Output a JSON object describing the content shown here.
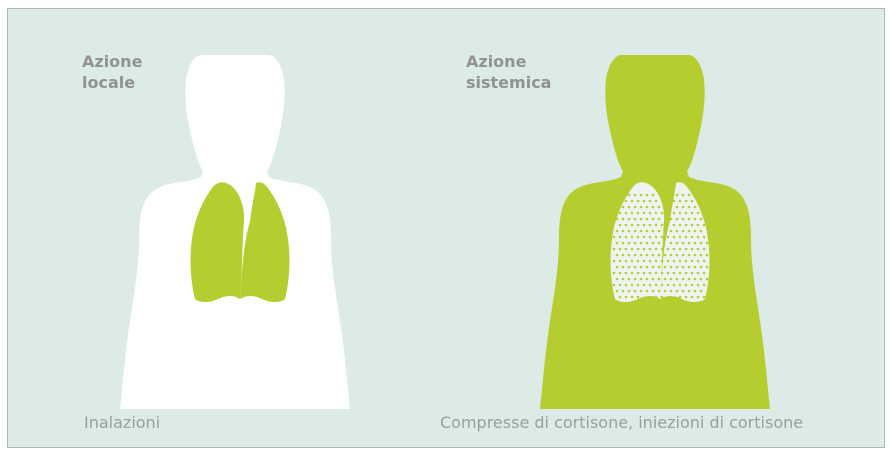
{
  "colors": {
    "background": "#dcebe5",
    "body_white": "#ffffff",
    "accent_green": "#b5cd2e",
    "text_gray": "#8f9392"
  },
  "panels": [
    {
      "title_line1": "Azione",
      "title_line2": "locale",
      "caption": "Inalazioni",
      "body_icon": "torso-silhouette-icon",
      "lungs_icon": "lungs-icon"
    },
    {
      "title_line1": "Azione",
      "title_line2": "sistemica",
      "caption": "Compresse di cortisone, iniezioni di cortisone",
      "body_icon": "torso-silhouette-icon",
      "lungs_icon": "dotted-lungs-icon"
    }
  ]
}
